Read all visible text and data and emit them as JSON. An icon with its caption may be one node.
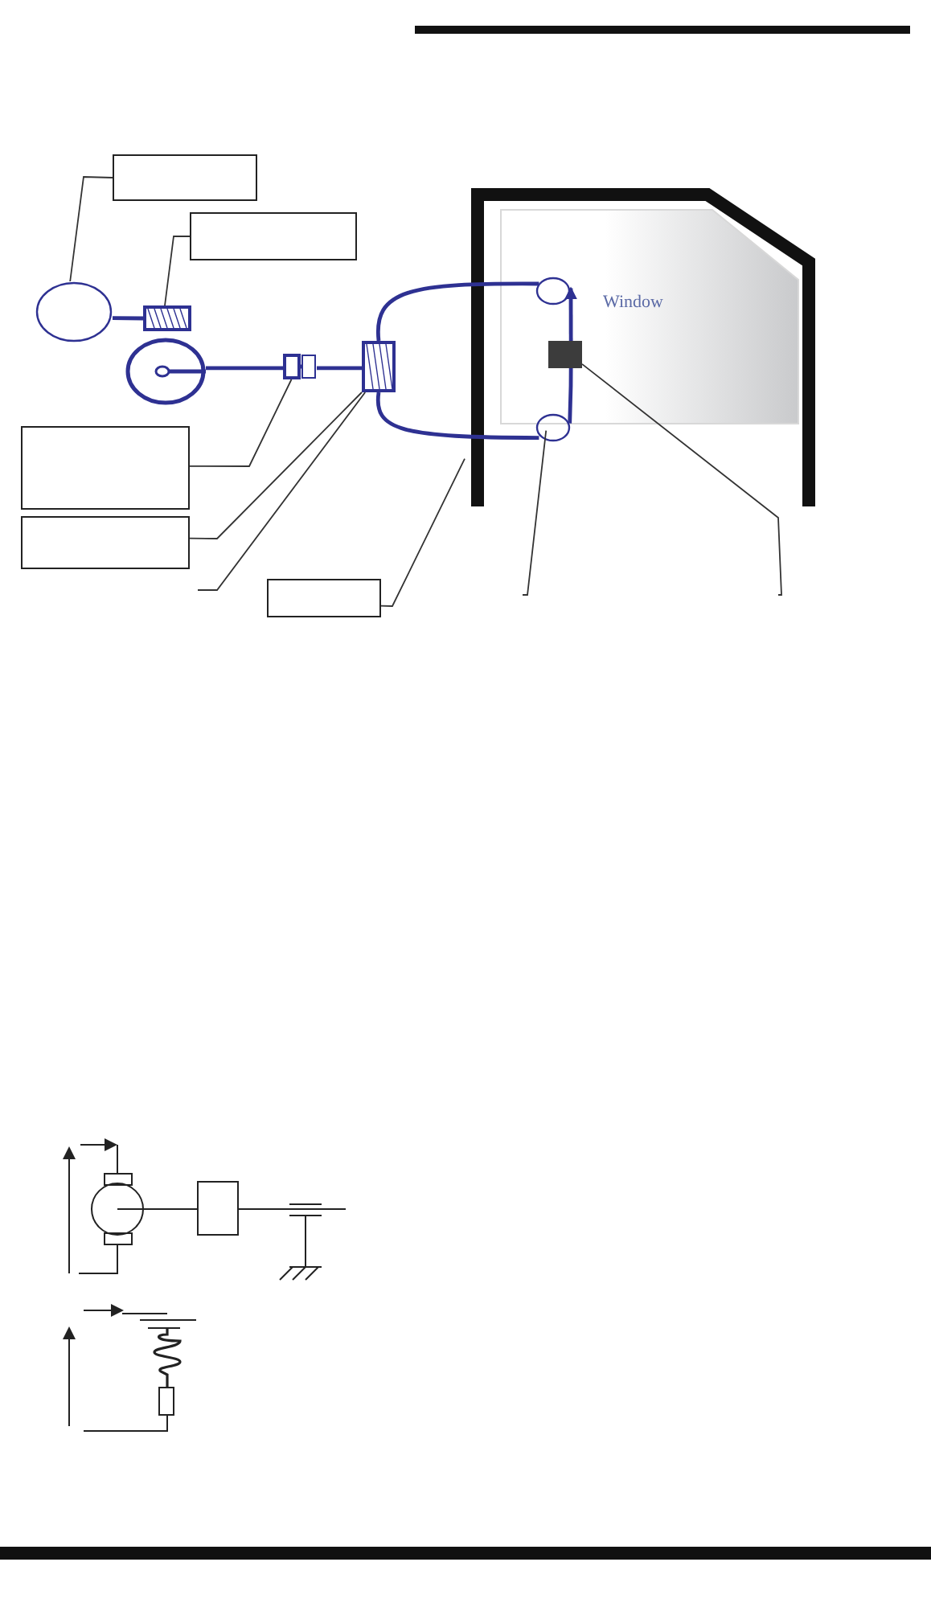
{
  "diagram": {
    "nodes": [
      {
        "text": [],
        "shape": "box"
      },
      {
        "text": [],
        "shape": "box"
      },
      {
        "text": [],
        "shape": "ellipse"
      },
      {
        "text": [],
        "shape": "spool"
      },
      {
        "text": [],
        "shape": "wheel"
      },
      {
        "text": [],
        "shape": "coupling"
      },
      {
        "text": [],
        "shape": "spool"
      },
      {
        "text": [],
        "shape": "box"
      },
      {
        "text": [],
        "shape": "box"
      },
      {
        "text": [],
        "shape": "box"
      },
      {
        "text": [],
        "shape": "frame"
      },
      {
        "text": [
          "Window"
        ],
        "in": 10
      },
      {
        "text": [],
        "shape": "ellipse",
        "in": 11
      },
      {
        "text": [],
        "shape": "ellipse",
        "in": 10
      },
      {
        "text": [],
        "shape": "block",
        "in": 11
      }
    ],
    "edges": [
      {
        "from": 0,
        "to": 2,
        "arrow": "none"
      },
      {
        "from": 1,
        "to": 3,
        "arrow": "none"
      },
      {
        "from": 7,
        "to": 5,
        "arrow": "none"
      },
      {
        "from": 8,
        "to": 6,
        "arrow": "none"
      },
      {
        "from": null,
        "to": 6,
        "arrow": "none"
      },
      {
        "from": 9,
        "to": 10,
        "arrow": "none"
      },
      {
        "from": null,
        "to": 13,
        "arrow": "none"
      },
      {
        "from": null,
        "to": 14,
        "arrow": "none"
      },
      {
        "from": 2,
        "to": 3,
        "arrow": "none",
        "style": "thick",
        "color": "#2e3192"
      },
      {
        "from": 4,
        "to": 5,
        "arrow": "none",
        "style": "thick",
        "color": "#2e3192"
      },
      {
        "from": 5,
        "to": 6,
        "arrow": "none",
        "style": "thick",
        "color": "#2e3192"
      },
      {
        "from": 6,
        "to": 12,
        "arrow": "none",
        "style": "thick",
        "color": "#2e3192"
      },
      {
        "from": 6,
        "to": 13,
        "arrow": "none",
        "style": "thick",
        "color": "#2e3192"
      },
      {
        "from": 13,
        "to": 14,
        "arrow": "none",
        "style": "thick",
        "color": "#2e3192"
      },
      {
        "from": 14,
        "to": 12,
        "arrow": "to",
        "style": "thick",
        "color": "#2e3192"
      }
    ]
  }
}
